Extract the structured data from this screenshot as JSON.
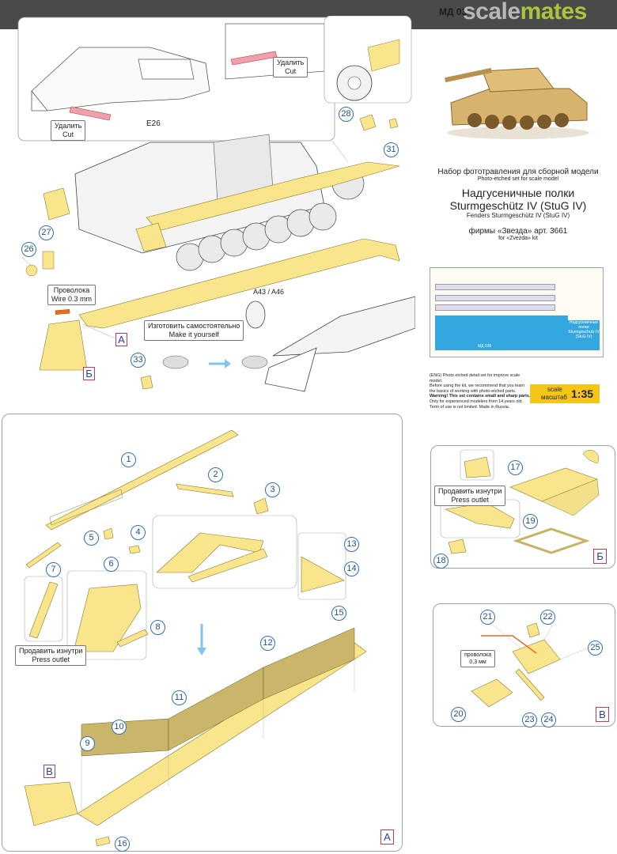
{
  "header": {
    "code": "МД 03",
    "brand_part1": "scale",
    "brand_part2": "mates"
  },
  "top_section": {
    "cut_label_left": "Удалить\nCut",
    "cut_label_right": "Удалить\nCut",
    "part_e26": "E26",
    "wire_label": "Проволока\nWire 0.3 mm",
    "make_yourself": "Изготовить самостоятельно\nMake it yourself",
    "a43_a46": "A43 / A46",
    "callouts": [
      "28",
      "31",
      "27",
      "26",
      "33"
    ],
    "markers": [
      "А",
      "Б"
    ]
  },
  "product": {
    "title_ru": "Набор фототравления для сборной модели",
    "title_en": "Photo-etched set for scale model",
    "name_ru_line1": "Надгусеничные полки",
    "name_ru_line2": "Sturmgeschütz IV (StuG IV)",
    "name_en": "Fenders Sturmgeschütz IV (StuG IV)",
    "firm_ru": "фирмы «Звезда» арт. 3661",
    "firm_en": "for «Zvezda» kit",
    "fret_text_line1": "Надгусеничные полки",
    "fret_text_line2": "Sturmgeschutz IV",
    "fret_text_line3": "(StuG IV)",
    "fret_code": "МД 035",
    "notice_lines": [
      "(ENG) Photo etched detail set for improve scale model.",
      "Before using the kit, we recommend that you learn",
      "the basics of working with photo-etched parts.",
      "Warning! This set contains small and sharp parts.",
      "Only for experienced modelers from 14 years old.",
      "Term of use is not limited. Made in Russia."
    ],
    "scale_label_en": "scale",
    "scale_label_ru": "масштаб",
    "scale_value": "1:35"
  },
  "panel_a": {
    "marker": "А",
    "marker_v": "В",
    "press_outlet": "Продавить изнутри\nPress outlet",
    "callouts": [
      "1",
      "2",
      "3",
      "4",
      "5",
      "6",
      "7",
      "8",
      "9",
      "10",
      "11",
      "12",
      "13",
      "14",
      "15",
      "16"
    ]
  },
  "panel_b": {
    "marker": "Б",
    "press_outlet": "Продавить изнутри\nPress outlet",
    "callouts": [
      "17",
      "18",
      "19"
    ]
  },
  "panel_v": {
    "marker": "В",
    "wire_label": "проволока\n0,3 мм",
    "callouts": [
      "20",
      "21",
      "22",
      "23",
      "24",
      "25"
    ]
  },
  "colors": {
    "part_yellow": "#f8e58c",
    "callout_blue": "#2e6fb3",
    "marker_red": "#c03b5a",
    "scale_yellow": "#f5c518",
    "fret_blue": "#35a7e0"
  }
}
